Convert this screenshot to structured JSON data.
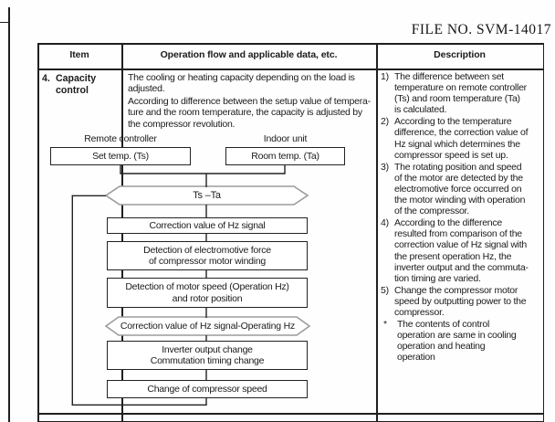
{
  "page": {
    "file_no": "FILE NO. SVM-14017"
  },
  "table": {
    "headers": {
      "item": "Item",
      "operation": "Operation flow and applicable data, etc.",
      "description": "Description"
    }
  },
  "item": {
    "number": "4.",
    "label": "Capacity\ncontrol"
  },
  "operation": {
    "intro_para1": "The cooling or heating capacity depending on the load is\nadjusted.",
    "intro_para2": "According to difference between the setup value of tempera-\nture and the room temperature, the capacity is adjusted by\nthe compressor revolution.",
    "flow": {
      "label_remote": "Remote controller",
      "label_indoor": "Indoor unit",
      "box_set_temp": "Set temp. (Ts)",
      "box_room_temp": "Room temp. (Ta)",
      "hex_ts_ta": "Ts –Ta",
      "box_correction": "Correction value of Hz signal",
      "box_detection_emf": "Detection of electromotive force\nof compressor motor winding",
      "box_detection_speed": "Detection of motor speed (Operation Hz)\nand rotor position",
      "hex_correction_operating": "Correction value of Hz signal-Operating Hz",
      "box_inverter": "Inverter output change\nCommutation timing change",
      "box_change_speed": "Change of compressor speed"
    }
  },
  "description": {
    "items": [
      {
        "marker": "1)",
        "text": "The difference between set\ntemperature on remote controller\n(Ts) and room temperature (Ta)\nis calculated."
      },
      {
        "marker": "2)",
        "text": "According to the temperature\ndifference, the correction value of\nHz signal which determines the\ncompressor speed is set up."
      },
      {
        "marker": "3)",
        "text": "The rotating position and speed\nof the motor are detected by the\nelectromotive force occurred on\nthe motor winding with operation\nof the compressor."
      },
      {
        "marker": "4)",
        "text": "According to the difference\nresulted from comparison of the\ncorrection value of Hz signal with\nthe present operation Hz, the\ninverter output and the commuta-\ntion timing are varied."
      },
      {
        "marker": "5)",
        "text": "Change the compressor motor\nspeed by outputting power to the\ncompressor."
      },
      {
        "marker": "*",
        "text": "The contents of control\noperation are same in cooling\noperation and heating\noperation"
      }
    ]
  }
}
